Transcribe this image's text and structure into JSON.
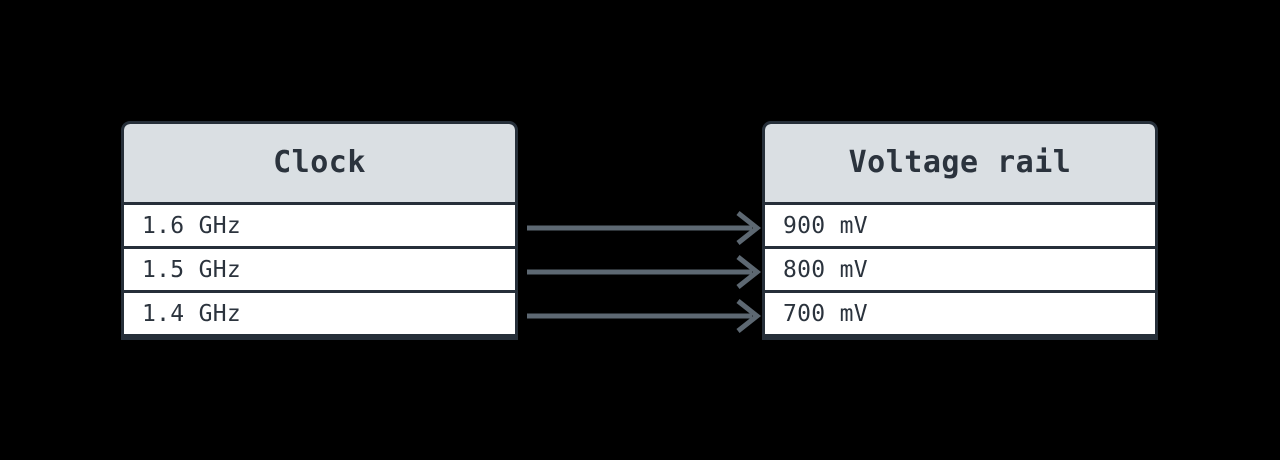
{
  "diagram": {
    "background_color": "#000000",
    "border_color": "#262f39",
    "header_fill": "#dadfe3",
    "row_fill": "#ffffff",
    "text_color": "#2b333d",
    "arrow_color": "#5d6872",
    "nodes": [
      {
        "id": "clock",
        "title": "Clock",
        "rows": [
          {
            "label": "1.6 GHz"
          },
          {
            "label": "1.5 GHz"
          },
          {
            "label": "1.4 GHz"
          }
        ]
      },
      {
        "id": "voltage-rail",
        "title": "Voltage rail",
        "rows": [
          {
            "label": "900 mV"
          },
          {
            "label": "800 mV"
          },
          {
            "label": "700 mV"
          }
        ]
      }
    ],
    "edges": [
      {
        "from": "1.6 GHz",
        "to": "900 mV",
        "marker": "arrow-icon"
      },
      {
        "from": "1.5 GHz",
        "to": "800 mV",
        "marker": "arrow-icon"
      },
      {
        "from": "1.4 GHz",
        "to": "700 mV",
        "marker": "arrow-icon"
      }
    ]
  }
}
